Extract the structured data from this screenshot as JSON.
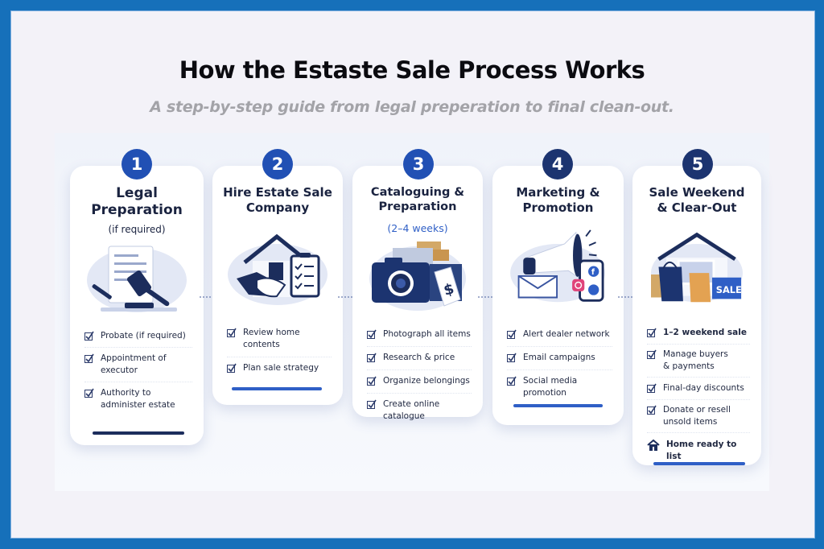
{
  "header": {
    "title": "How the Estaste Sale Process Works",
    "subtitle": "A step-by-step guide from legal preperation to final clean-out."
  },
  "colors": {
    "border": "#1670ba",
    "background": "#f3f2f8",
    "step_blue": "#2150b4",
    "step_navy": "#1c3470",
    "accent_bar_blue": "#2f5fc6",
    "accent_bar_navy": "#1c2d5c",
    "text_dark": "#1a2340",
    "subtitle_gray": "#a3a3a8"
  },
  "steps": [
    {
      "number": "1",
      "title_line1": "Legal",
      "title_line2": "Preparation",
      "note": "(if required)",
      "illustration": "gavel-document-icon",
      "items": [
        {
          "line1": "Probate (if required)",
          "line2": ""
        },
        {
          "line1": "Appointment of",
          "line2": "executor"
        },
        {
          "line1": "Authority to",
          "line2": "administer estate"
        }
      ]
    },
    {
      "number": "2",
      "title_line1": "Hire Estate Sale",
      "title_line2": "Company",
      "note": "",
      "illustration": "house-handshake-clipboard-icon",
      "items": [
        {
          "line1": "Review home contents",
          "line2": ""
        },
        {
          "line1": "Plan sale strategy",
          "line2": ""
        }
      ]
    },
    {
      "number": "3",
      "title_line1": "Cataloguing &",
      "title_line2": "Preparation",
      "note": "(2–4 weeks)",
      "illustration": "camera-price-tag-icon",
      "items": [
        {
          "line1": "Photograph all items",
          "line2": ""
        },
        {
          "line1": "Research & price",
          "line2": ""
        },
        {
          "line1": "Organize belongings",
          "line2": ""
        },
        {
          "line1": "Create online catalogue",
          "line2": ""
        }
      ]
    },
    {
      "number": "4",
      "title_line1": "Marketing &",
      "title_line2": "Promotion",
      "note": "",
      "illustration": "megaphone-email-social-icon",
      "items": [
        {
          "line1": "Alert dealer network",
          "line2": ""
        },
        {
          "line1": "Email campaigns",
          "line2": ""
        },
        {
          "line1": "Social media promotion",
          "line2": ""
        }
      ]
    },
    {
      "number": "5",
      "title_line1": "Sale Weekend",
      "title_line2": "& Clear-Out",
      "note": "",
      "illustration": "house-shopping-bags-sale-icon",
      "sale_tag": "SALE",
      "items": [
        {
          "line1": "1–2 weekend sale",
          "line2": ""
        },
        {
          "line1": "Manage buyers",
          "line2": "& payments"
        },
        {
          "line1": "Final-day discounts",
          "line2": ""
        },
        {
          "line1": "Donate or resell",
          "line2": "unsold items"
        }
      ],
      "footer": "Home ready to list"
    }
  ]
}
